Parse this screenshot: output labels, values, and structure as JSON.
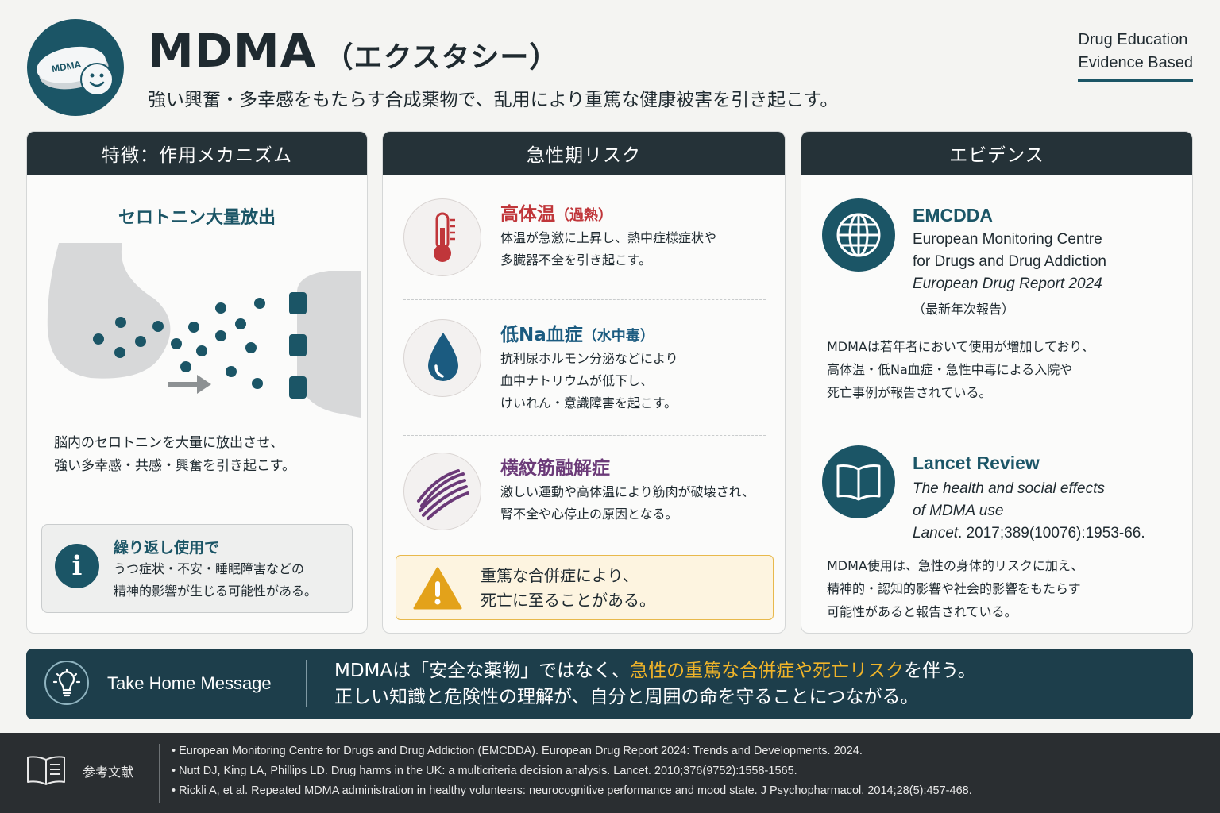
{
  "header": {
    "logo_text": "MDMA",
    "title": "MDMA",
    "title_sub": "（エクスタシー）",
    "subtitle": "強い興奮・多幸感をもたらす合成薬物で、乱用により重篤な健康被害を引き起こす。",
    "tagline_1": "Drug Education",
    "tagline_2": "Evidence Based"
  },
  "mechanism": {
    "heading": "特徴：作用メカニズム",
    "title": "セロトニン大量放出",
    "text_1": "脳内のセロトニンを大量に放出させ、",
    "text_2": "強い多幸感・共感・興奮を引き起こす。",
    "note_title": "繰り返し使用で",
    "note_1": "うつ症状・不安・睡眠障害などの",
    "note_2": "精神的影響が生じる可能性がある。"
  },
  "risks": {
    "heading": "急性期リスク",
    "items": [
      {
        "title": "高体温",
        "paren": "（過熱）",
        "lines": [
          "体温が急激に上昇し、熱中症様症状や",
          "多臓器不全を引き起こす。"
        ],
        "color": "#c0363a",
        "icon": "thermometer-icon"
      },
      {
        "title": "低Na血症",
        "paren": "（水中毒）",
        "lines": [
          "抗利尿ホルモン分泌などにより",
          "血中ナトリウムが低下し、",
          "けいれん・意識障害を起こす。"
        ],
        "color": "#1b5b80",
        "icon": "water-drop-icon"
      },
      {
        "title": "横紋筋融解症",
        "paren": "",
        "lines": [
          "激しい運動や高体温により筋肉が破壊され、",
          "腎不全や心停止の原因となる。"
        ],
        "color": "#6b3a78",
        "icon": "muscle-fiber-icon"
      }
    ],
    "warning_1": "重篤な合併症により、",
    "warning_2": "死亡に至ることがある。"
  },
  "evidence": {
    "heading": "エビデンス",
    "emcdda_title": "EMCDDA",
    "emcdda_1": "European Monitoring Centre",
    "emcdda_2": "for Drugs and Drug Addiction",
    "emcdda_3": "European Drug Report 2024",
    "emcdda_4": "（最新年次報告）",
    "emcdda_text_1": "MDMAは若年者において使用が増加しており、",
    "emcdda_text_2": "高体温・低Na血症・急性中毒による入院や",
    "emcdda_text_3": "死亡事例が報告されている。",
    "lancet_title": "Lancet Review",
    "lancet_1": "The health and social effects",
    "lancet_2": "of MDMA use",
    "lancet_3_journal": "Lancet",
    "lancet_3_rest": ". 2017;389(10076):1953-66.",
    "lancet_text_1": "MDMA使用は、急性の身体的リスクに加え、",
    "lancet_text_2": "精神的・認知的影響や社会的影響をもたらす",
    "lancet_text_3": "可能性があると報告されている。"
  },
  "take_home": {
    "label": "Take Home Message",
    "line1_a": "MDMAは「安全な薬物」ではなく、",
    "line1_hl": "急性の重篤な合併症や死亡リスク",
    "line1_b": "を伴う。",
    "line2": "正しい知識と危険性の理解が、自分と周囲の命を守ることにつながる。"
  },
  "references": {
    "title": "参考文献",
    "items": [
      "• European Monitoring Centre for Drugs and Drug Addiction (EMCDDA). European Drug Report 2024: Trends and Developments. 2024.",
      "• Nutt DJ, King LA, Phillips LD. Drug harms in the UK: a multicriteria decision analysis. Lancet. 2010;376(9752):1558-1565.",
      "• Rickli A, et al. Repeated MDMA administration in healthy volunteers: neurocognitive performance and mood state. J Psychopharmacol. 2014;28(5):457-468."
    ]
  }
}
